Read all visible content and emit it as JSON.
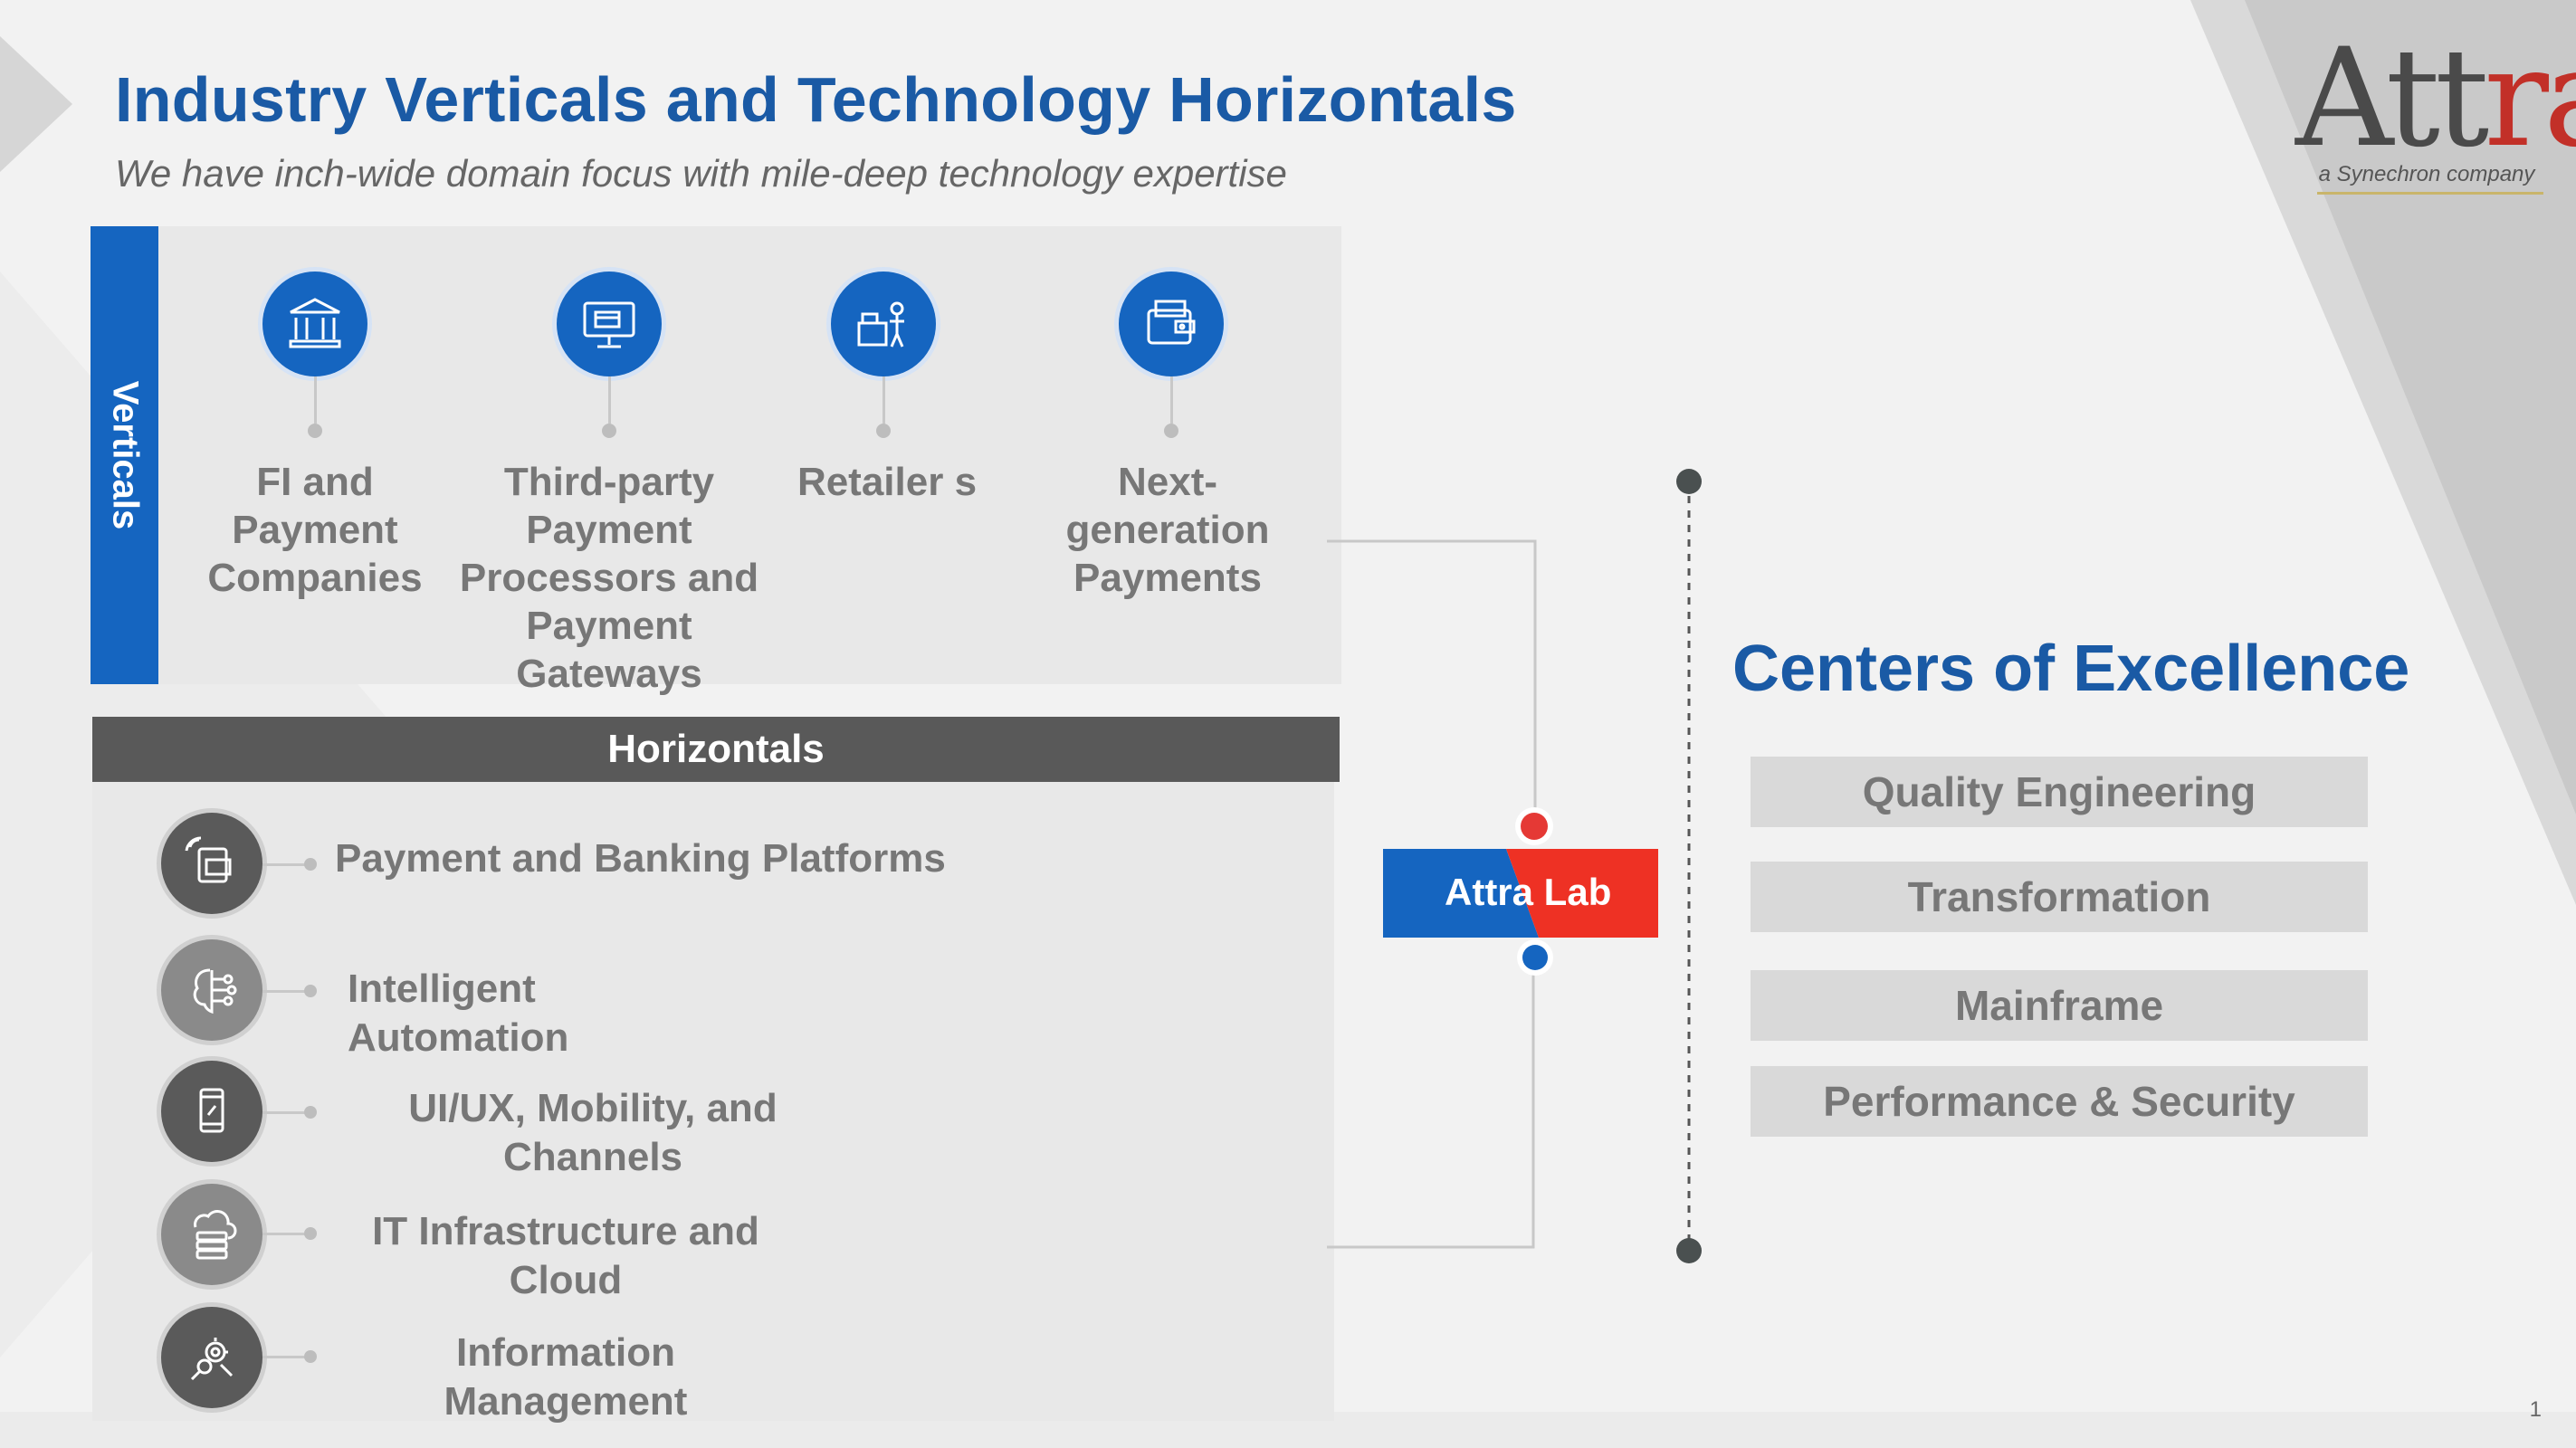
{
  "header": {
    "title": "Industry Verticals and Technology Horizontals",
    "subtitle": "We have inch-wide domain focus with mile-deep technology expertise"
  },
  "logo": {
    "wordmark_a": "Att",
    "wordmark_b": "ra",
    "tagline": "a Synechron company"
  },
  "verticals": {
    "label": "Verticals",
    "items": [
      {
        "label": "FI and Payment Companies",
        "icon": "bank-icon"
      },
      {
        "label": "Third-party Payment Processors and Payment Gateways",
        "icon": "payment-monitor-icon"
      },
      {
        "label": "Retailer s",
        "icon": "retail-store-icon"
      },
      {
        "label": "Next-generation Payments",
        "icon": "wallet-card-icon"
      }
    ]
  },
  "horizontals": {
    "label": "Horizontals",
    "items": [
      {
        "label": "Payment and Banking Platforms",
        "icon": "card-payment-icon"
      },
      {
        "label": "Intelligent Automation",
        "icon": "brain-circuit-icon"
      },
      {
        "label": "UI/UX, Mobility, and Channels",
        "icon": "mobile-phone-icon"
      },
      {
        "label": "IT Infrastructure and Cloud",
        "icon": "cloud-server-icon"
      },
      {
        "label": "Information Management",
        "icon": "data-gears-icon"
      }
    ]
  },
  "lab": {
    "label": "Attra Lab"
  },
  "coe": {
    "title": "Centers of Excellence",
    "items": [
      "Quality Engineering",
      "Transformation",
      "Mainframe",
      "Performance & Security"
    ]
  },
  "page_number": "1",
  "colors": {
    "brand_blue": "#1565c0",
    "title_blue": "#1a5aa5",
    "accent_red": "#e53935",
    "dark_gray": "#595959"
  }
}
